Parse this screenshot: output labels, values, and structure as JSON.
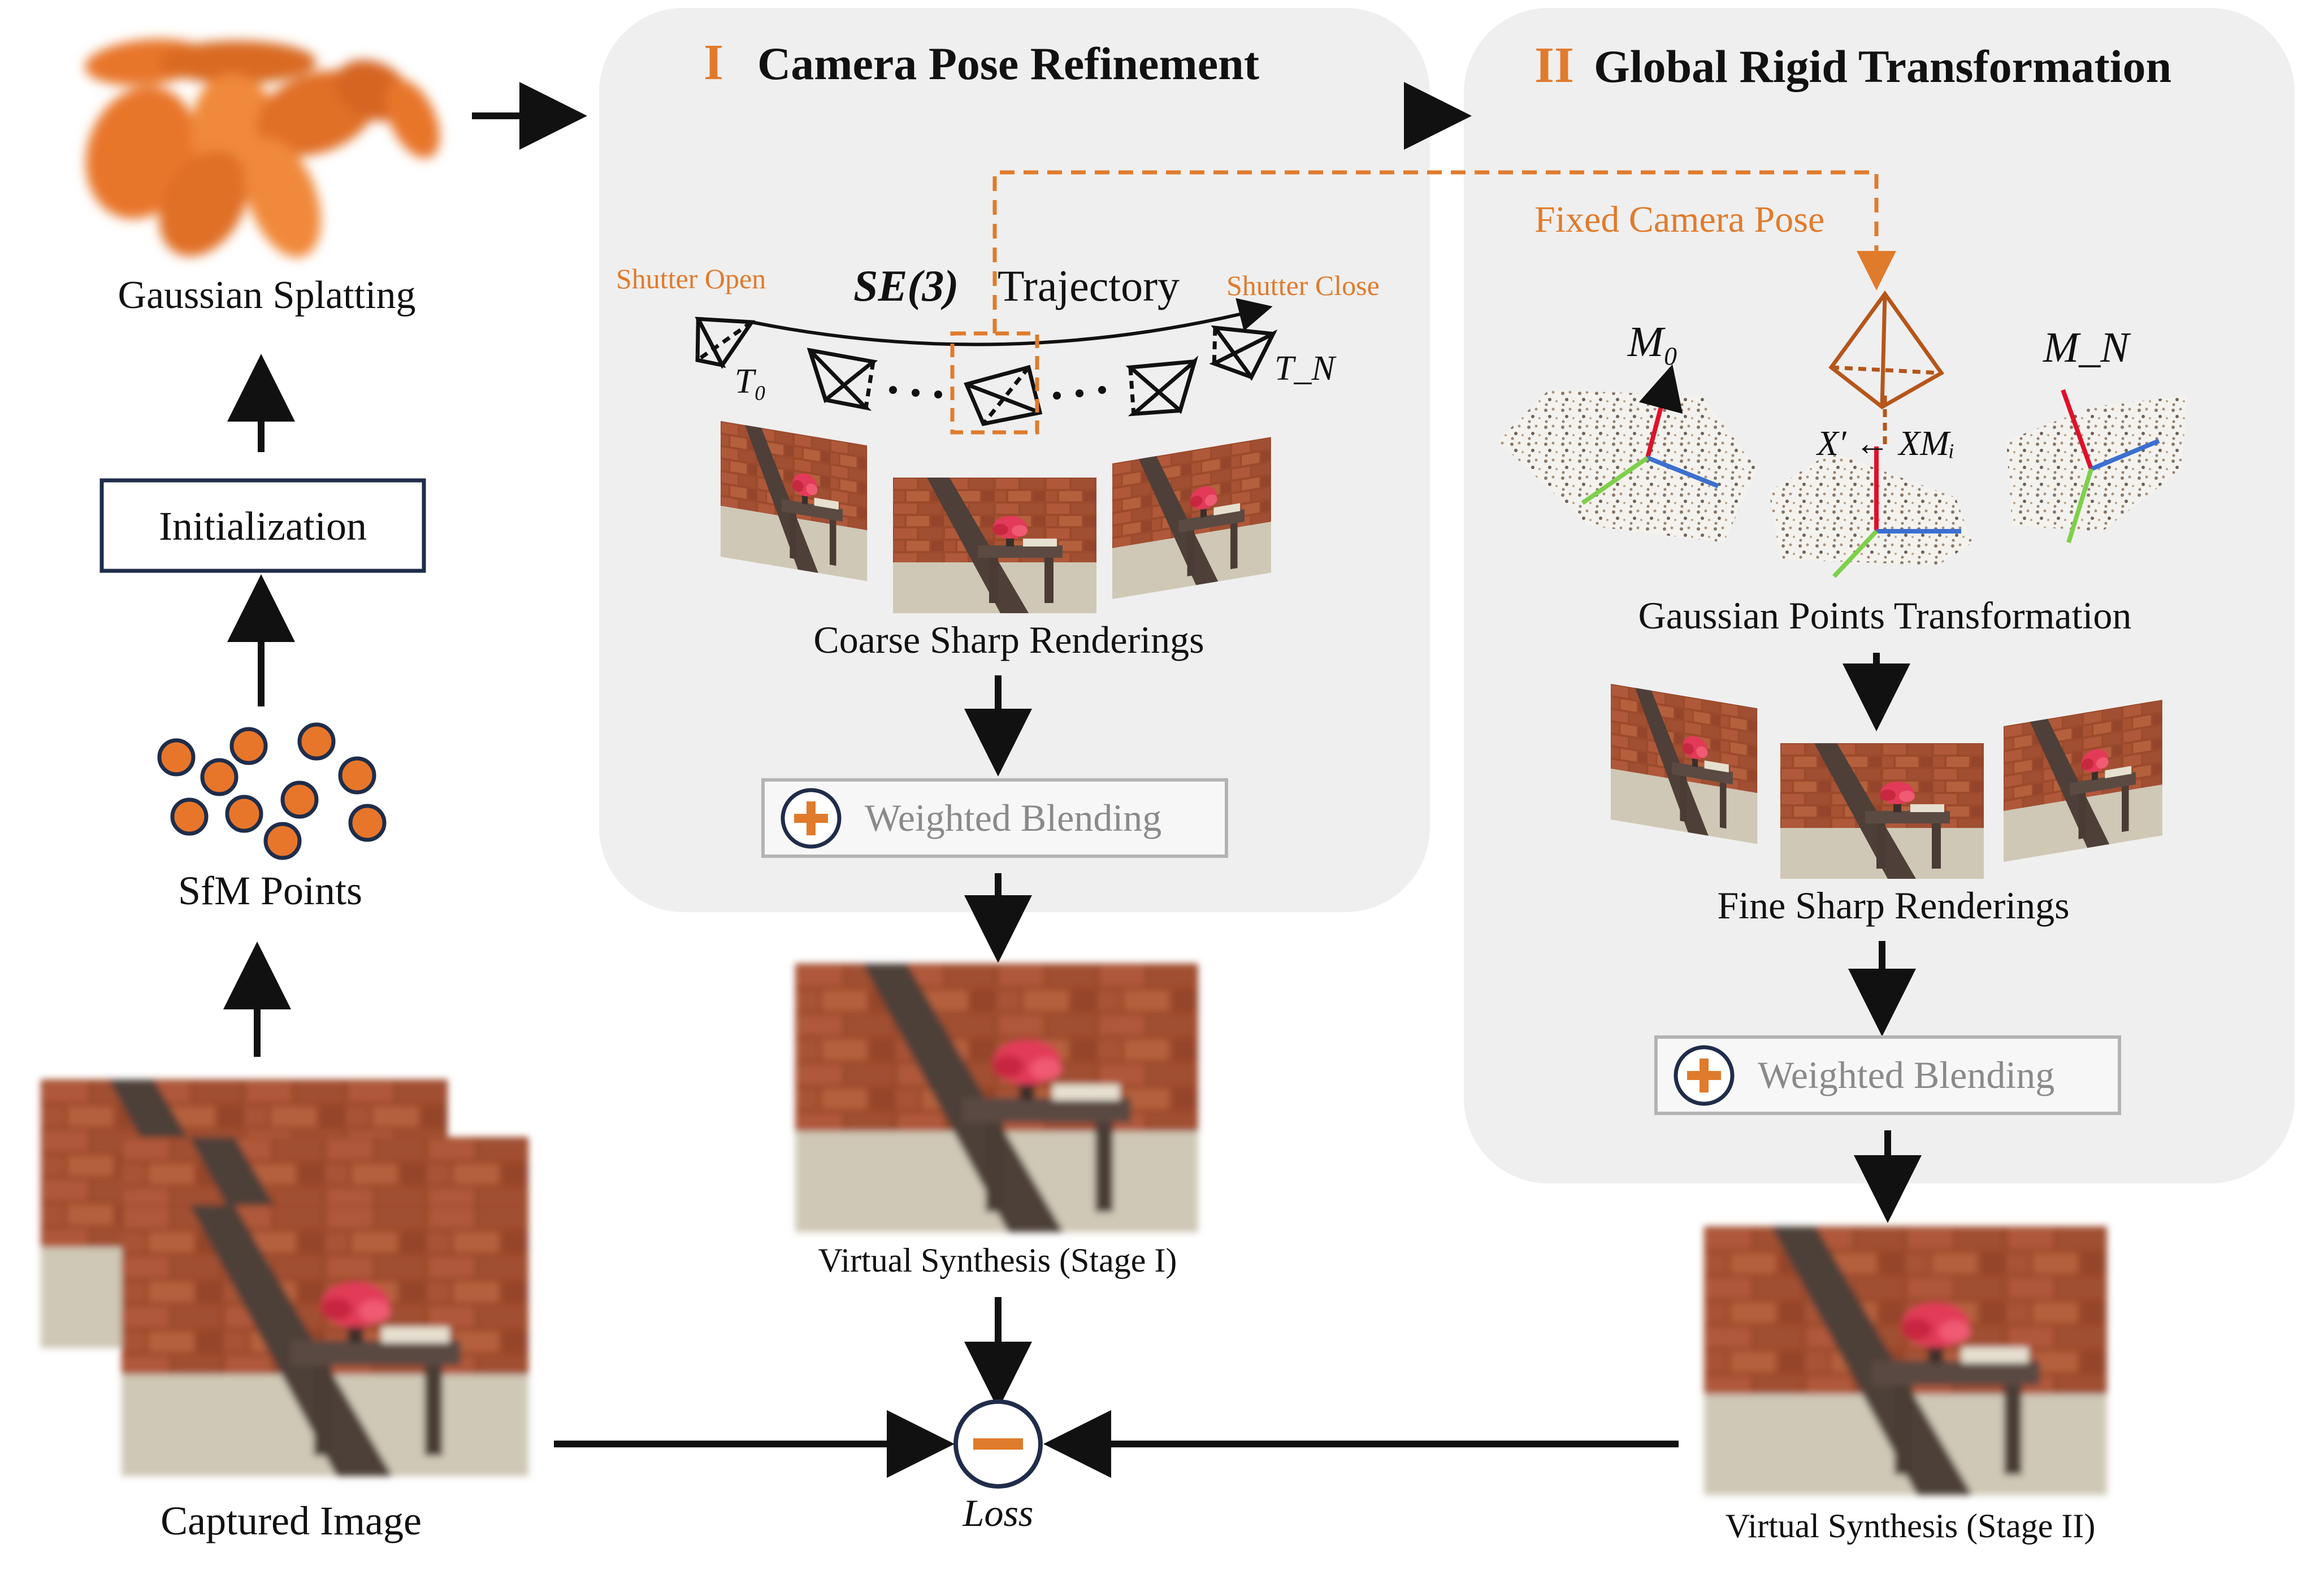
{
  "left_column": {
    "gaussian_splatting_label": "Gaussian Splatting",
    "initialization_label": "Initialization",
    "sfm_points_label": "SfM Points",
    "captured_image_label": "Captured Image"
  },
  "stage1": {
    "roman": "I",
    "title": "Camera Pose Refinement",
    "se3": "SE(3)",
    "trajectory_word": "Trajectory",
    "shutter_open": "Shutter Open",
    "shutter_close": "Shutter Close",
    "t0": "T₀",
    "tn": "T_N",
    "coarse_label": "Coarse Sharp Renderings",
    "blend_label": "Weighted Blending",
    "synthesis_label": "Virtual Synthesis (Stage I)"
  },
  "stage2": {
    "roman": "II",
    "title": "Global Rigid Transformation",
    "fixed_pose_label": "Fixed Camera Pose",
    "m0": "M₀",
    "mn": "M_N",
    "transform_eq": "X′ ← XMᵢ",
    "gaussian_points_label": "Gaussian Points Transformation",
    "fine_label": "Fine Sharp Renderings",
    "blend_label": "Weighted Blending",
    "synthesis_label": "Virtual Synthesis (Stage II)"
  },
  "loss_label": "Loss",
  "colors": {
    "accent_orange": "#e07b2c",
    "panel_grey": "#efefef",
    "box_navy": "#1f2d4a"
  }
}
